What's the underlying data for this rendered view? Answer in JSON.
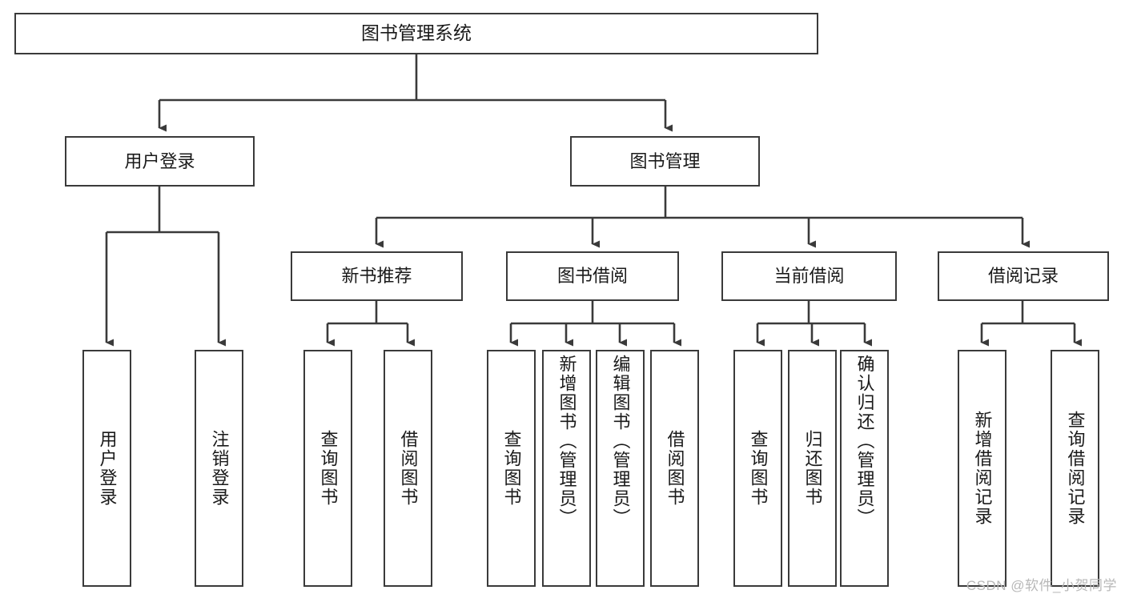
{
  "diagram": {
    "title": "图书管理系统",
    "type": "functional-structure-tree",
    "watermark": "CSDN @软件_小贺同学",
    "colors": {
      "border": "#3a3a3a",
      "background": "#ffffff",
      "text": "#1a1a1a",
      "connector": "#3a3a3a",
      "watermark": "#b8b8b8"
    },
    "root": {
      "label": "图书管理系统"
    },
    "level1": [
      {
        "label": "用户登录"
      },
      {
        "label": "图书管理"
      }
    ],
    "level2": [
      {
        "label": "新书推荐"
      },
      {
        "label": "图书借阅"
      },
      {
        "label": "当前借阅"
      },
      {
        "label": "借阅记录"
      }
    ],
    "leaves": {
      "user_login": [
        {
          "label": "用户登录"
        },
        {
          "label": "注销登录"
        }
      ],
      "new_book_recommend": [
        {
          "label": "查询图书"
        },
        {
          "label": "借阅图书"
        }
      ],
      "book_borrow": [
        {
          "label": "查询图书"
        },
        {
          "label": "新增图书（管理员）"
        },
        {
          "label": "编辑图书（管理员）"
        },
        {
          "label": "借阅图书"
        }
      ],
      "current_borrow": [
        {
          "label": "查询图书"
        },
        {
          "label": "归还图书"
        },
        {
          "label": "确认归还（管理员）"
        }
      ],
      "borrow_record": [
        {
          "label": "新增借阅记录"
        },
        {
          "label": "查询借阅记录"
        }
      ]
    }
  }
}
